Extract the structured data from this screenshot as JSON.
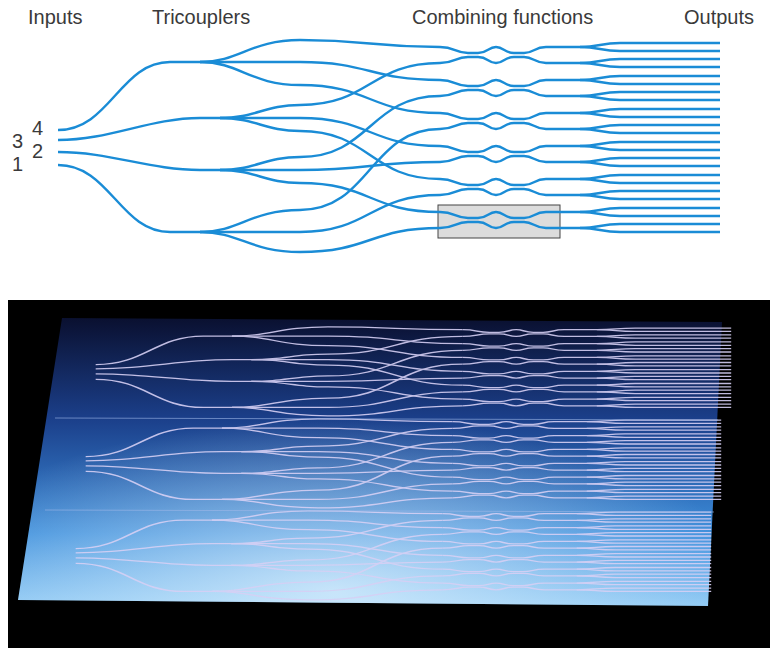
{
  "diagram": {
    "labels": [
      "Inputs",
      "Tricouplers",
      "Combining functions",
      "Outputs",
      "4",
      "3",
      "2",
      "1"
    ]
  }
}
